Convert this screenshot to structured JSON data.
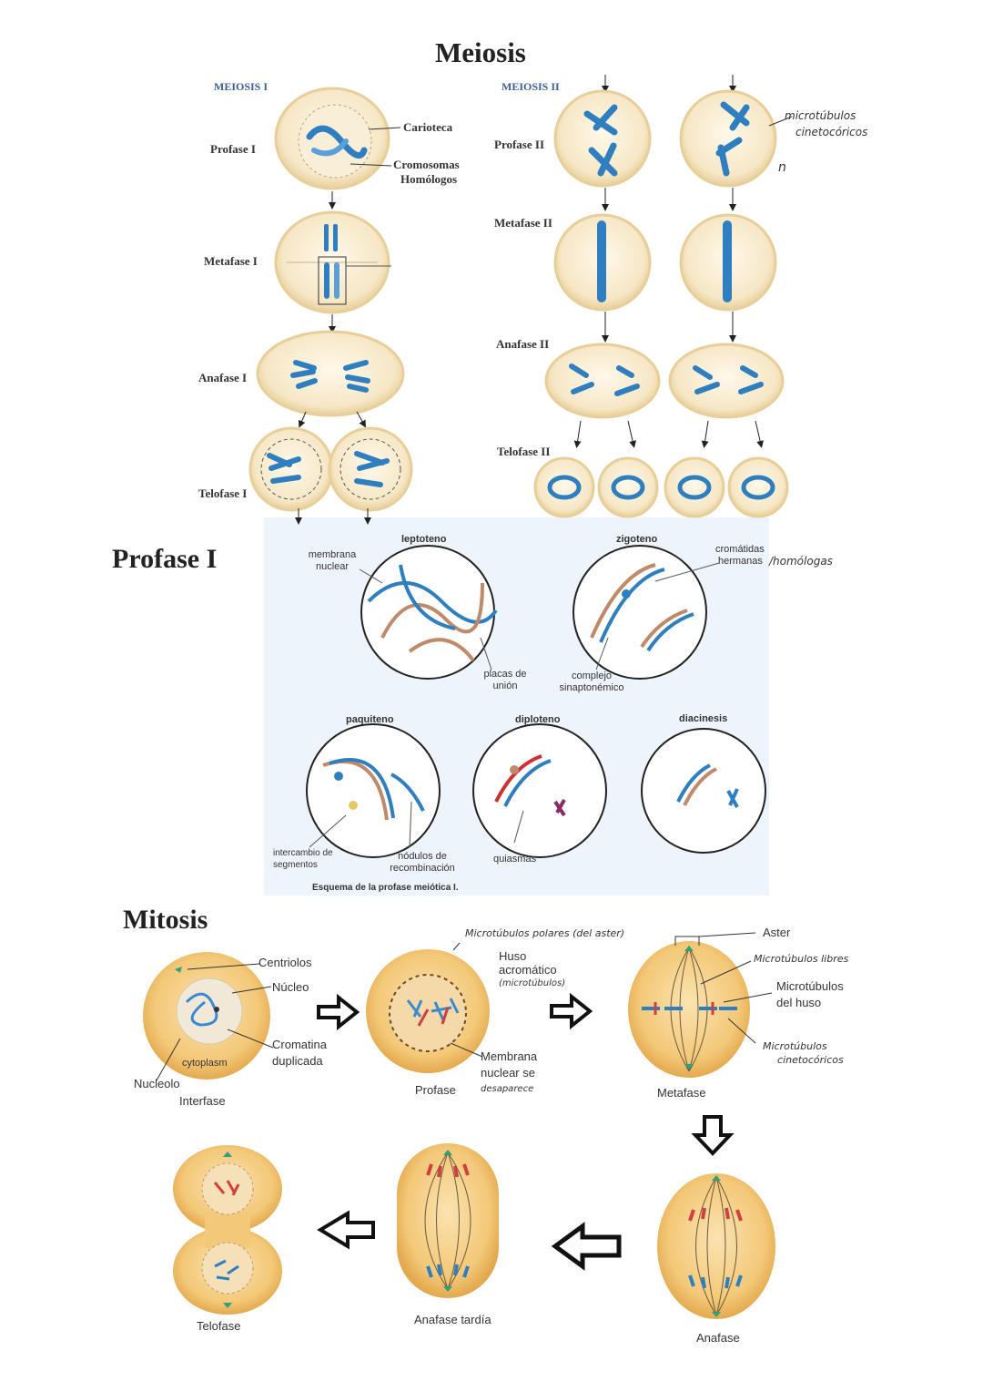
{
  "meiosis": {
    "title": "Meiosis",
    "meiosis1_header": "MEIOSIS I",
    "meiosis2_header": "MEIOSIS II",
    "stages1": [
      "Profase I",
      "Metafase I",
      "Anafase I",
      "Telofase I"
    ],
    "stages2": [
      "Profase II",
      "Metafase II",
      "Anafase II",
      "Telofase II"
    ],
    "callouts": {
      "carioteca": "Carioteca",
      "cromosomas_1": "Cromosomas",
      "cromosomas_2": "Homólogos",
      "micro_note_1": "microtúbulos",
      "micro_note_2": "cinetocóricos",
      "n_note": "n"
    }
  },
  "profase": {
    "title": "Profase I",
    "substages": [
      "leptoteno",
      "zigoteno",
      "paquiteno",
      "diploteno",
      "diacinesis"
    ],
    "labels": {
      "membrana_1": "membrana",
      "membrana_2": "nuclear",
      "placas_1": "placas de",
      "placas_2": "unión",
      "complejo_1": "complejo",
      "complejo_2": "sinaptonémico",
      "cromatidas_1": "cromátidas",
      "cromatidas_2": "hermanas",
      "homologas": "/homólogas",
      "intercambio_1": "intercambio de",
      "intercambio_2": "segmentos",
      "nodulos_1": "nódulos de",
      "nodulos_2": "recombinación",
      "quiasmas": "quiasmas"
    },
    "caption": "Esquema de la profase meiótica I."
  },
  "mitosis": {
    "title": "Mitosis",
    "stages": {
      "interfase": "Interfase",
      "profase": "Profase",
      "metafase": "Metafase",
      "anafase": "Anafase",
      "anafase_tardia": "Anafase tardía",
      "telofase": "Telofase"
    },
    "labels": {
      "centriolos": "Centriolos",
      "nucleo": "Núcleo",
      "cromatina_1": "Cromatina",
      "cromatina_2": "duplicada",
      "cytoplasm": "cytoplasm",
      "nucleolo": "Nucleolo",
      "microtubulo_polar": "Microtúbulos polares (del aster)",
      "huso_1": "Huso",
      "huso_2": "acromático",
      "huso_3": "(microtúbulos)",
      "membrana_1": "Membrana",
      "membrana_2": "nuclear se",
      "membrana_3": "desaparece",
      "aster": "Aster",
      "micro_libres": "Microtúbulos libres",
      "micro_huso_1": "Microtúbulos",
      "micro_huso_2": "del huso",
      "micro_cineto_1": "Microtúbulos",
      "micro_cineto_2": "cinetocóricos"
    }
  },
  "colors": {
    "cell_fill": "#f6e7c6",
    "cell_edge": "#e8cf9a",
    "chromosome_blue": "#2f7fc0",
    "chromosome_brown": "#c08a6a",
    "mitosis_cell": "#f3c878",
    "panel_bg": "#eef4fb"
  }
}
